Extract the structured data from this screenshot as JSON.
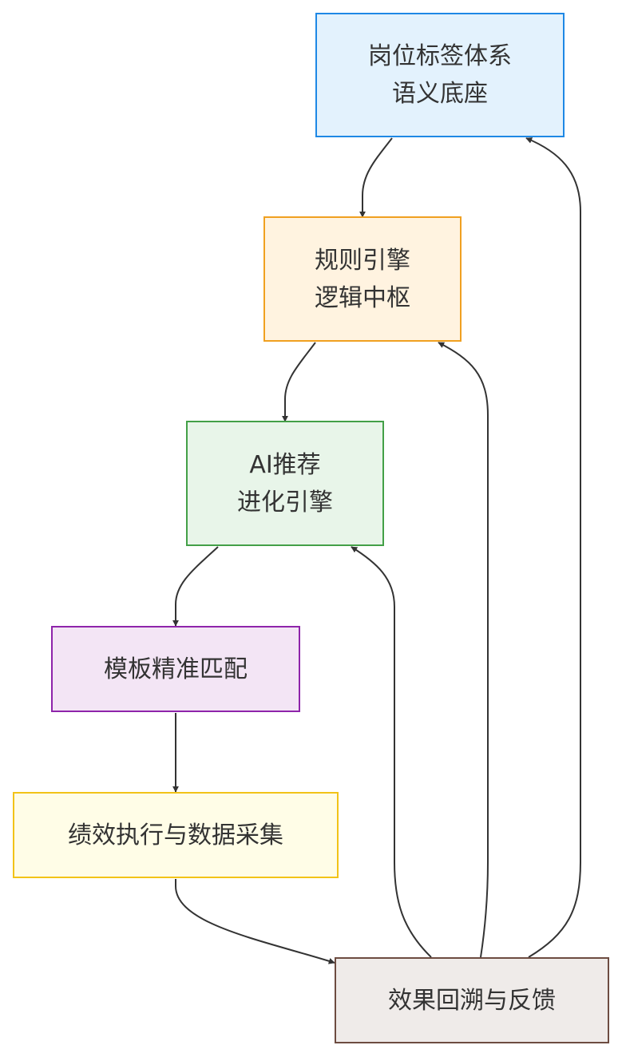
{
  "nodes": [
    {
      "id": "node-1",
      "lines": [
        "岗位标签体系",
        "语义底座"
      ],
      "fill": "#e3f2fd",
      "border": "#1e88e5"
    },
    {
      "id": "node-2",
      "lines": [
        "规则引擎",
        "逻辑中枢"
      ],
      "fill": "#fff3e0",
      "border": "#f0a020"
    },
    {
      "id": "node-3",
      "lines": [
        "AI推荐",
        "进化引擎"
      ],
      "fill": "#e8f5e9",
      "border": "#43a047"
    },
    {
      "id": "node-4",
      "lines": [
        "模板精准匹配"
      ],
      "fill": "#f3e5f5",
      "border": "#8e24aa"
    },
    {
      "id": "node-5",
      "lines": [
        "绩效执行与数据采集"
      ],
      "fill": "#fffde7",
      "border": "#f2c318"
    },
    {
      "id": "node-6",
      "lines": [
        "效果回溯与反馈"
      ],
      "fill": "#efebe9",
      "border": "#6d4c41"
    }
  ],
  "edges": [
    {
      "from": "岗位标签体系",
      "to": "规则引擎"
    },
    {
      "from": "规则引擎",
      "to": "AI推荐"
    },
    {
      "from": "AI推荐",
      "to": "模板精准匹配"
    },
    {
      "from": "模板精准匹配",
      "to": "绩效执行与数据采集"
    },
    {
      "from": "绩效执行与数据采集",
      "to": "效果回溯与反馈"
    },
    {
      "from": "效果回溯与反馈",
      "to": "AI推荐"
    },
    {
      "from": "效果回溯与反馈",
      "to": "规则引擎"
    },
    {
      "from": "效果回溯与反馈",
      "to": "岗位标签体系"
    }
  ]
}
